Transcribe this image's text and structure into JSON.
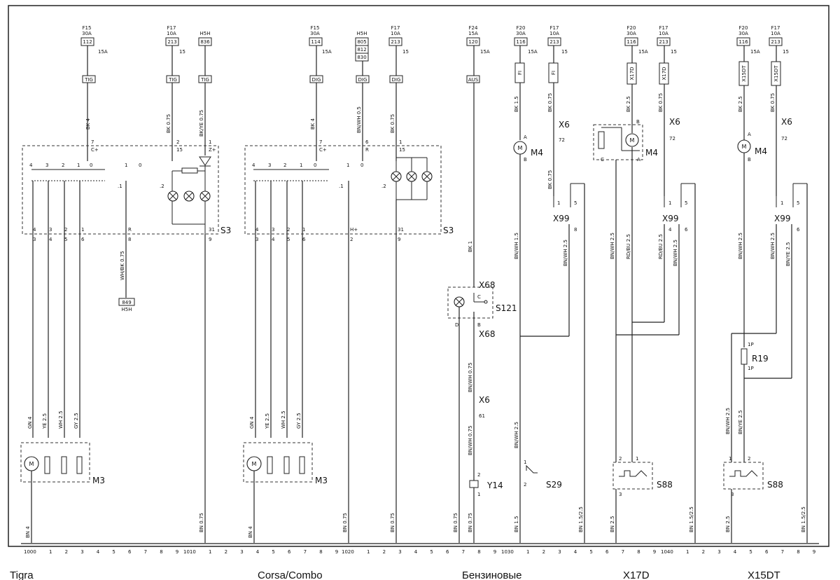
{
  "sections": {
    "tigra": "Tigra",
    "corsa": "Corsa/Combo",
    "petrol": "Бензиновые",
    "x17d": "X17D",
    "x15dt": "X15DT"
  },
  "components": {
    "s3": "S3",
    "m3": "M3",
    "m4": "M4",
    "x6": "X6",
    "x99": "X99",
    "x68": "X68",
    "s121": "S121",
    "y14": "Y14",
    "s29": "S29",
    "s88": "S88",
    "r19": "R19",
    "motor": "M"
  },
  "fuses": [
    {
      "name": "F15",
      "amp": "30A",
      "num": "112"
    },
    {
      "name": "F17",
      "amp": "10A",
      "num": "213"
    },
    {
      "name": "H5H",
      "amp": "",
      "num": "836"
    },
    {
      "name": "F15",
      "amp": "30A",
      "num": "114"
    },
    {
      "name": "H5H",
      "amp": "",
      "num": "805"
    },
    {
      "name": "F17",
      "amp": "10A",
      "num": "213"
    },
    {
      "name": "F24",
      "amp": "15A",
      "num": "120"
    },
    {
      "name": "F20",
      "amp": "30A",
      "num": "116"
    },
    {
      "name": "F17",
      "amp": "10A",
      "num": "213"
    },
    {
      "name": "F20",
      "amp": "30A",
      "num": "116"
    },
    {
      "name": "F17",
      "amp": "10A",
      "num": "213"
    },
    {
      "name": "F20",
      "amp": "30A",
      "num": "116"
    },
    {
      "name": "F17",
      "amp": "10A",
      "num": "213"
    }
  ],
  "h5h_extra": [
    "812",
    "830"
  ],
  "tags": {
    "tig": "TIG",
    "dig": "DIG",
    "aus": "AUS",
    "ft": "FI",
    "x17d": "X17D",
    "x15dt": "X15DT",
    "p849": "849",
    "h5h": "H5H"
  },
  "wires": {
    "bk4": "BK 4",
    "bk075": "BK 0.75",
    "bkye075": "BK/YE 0.75",
    "bnwh05": "BN/WH 0.5",
    "bk15": "BK 1.5",
    "bk25": "BK 2.5",
    "bnwh15": "BN/WH 1.5",
    "bnwh25": "BN/WH 2.5",
    "rdbu25": "RD/BU 2.5",
    "bnye25": "BN/YE 2.5",
    "whbk075": "WH/BK 0.75",
    "bk1": "BK 1",
    "bnwh075": "BN/WH 0.75",
    "gn4": "GN 4",
    "ye25": "YE 2.5",
    "wh25": "WH 2.5",
    "gy25": "GY 2.5",
    "bn4": "BN 4",
    "bn075": "BN 0.75",
    "bn15": "BN 1.5",
    "bn25": "BN 2.5",
    "bn1525": "BN 1.5/2.5"
  },
  "bottom_ruler": {
    "marks": [
      "1000",
      "1010",
      "1020",
      "1030",
      "1040"
    ],
    "digits": [
      "1",
      "2",
      "3",
      "4",
      "5",
      "6",
      "7",
      "8",
      "9"
    ]
  }
}
